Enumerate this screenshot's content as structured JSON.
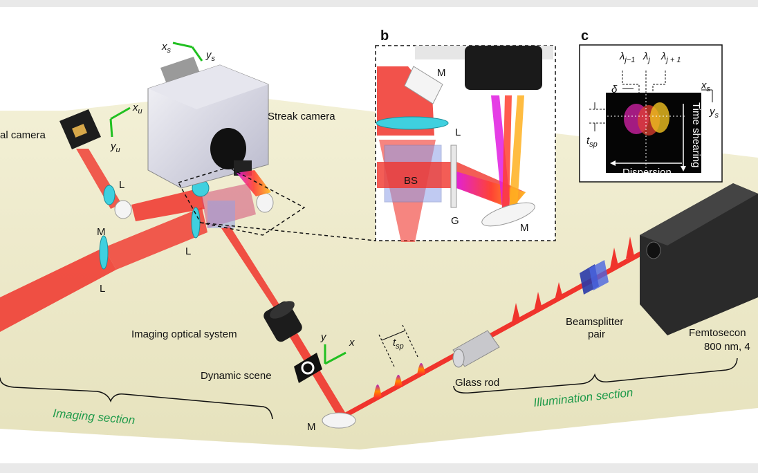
{
  "panels": {
    "b": "b",
    "c": "c"
  },
  "labels": {
    "streak_camera": "Streak camera",
    "ccd_camera": "al camera",
    "lens": "L",
    "mirror": "M",
    "imaging_optical_system": "Imaging optical system",
    "dynamic_scene": "Dynamic scene",
    "glass_rod": "Glass rod",
    "beamsplitter_line1": "Beamsplitter",
    "beamsplitter_line2": "pair",
    "laser_line1": "Femtosecon",
    "laser_line2": "800 nm, 4",
    "imaging_section": "Imaging section",
    "illumination_section": "Illumination section",
    "tsp": "t",
    "tsp_sub": "sp"
  },
  "axes": {
    "xs": "x",
    "xs_sub": "s",
    "ys": "y",
    "ys_sub": "s",
    "xu": "x",
    "xu_sub": "u",
    "yu": "y",
    "yu_sub": "u",
    "x": "x",
    "y": "y"
  },
  "panel_b": {
    "M_top": "M",
    "L": "L",
    "BS": "BS",
    "G": "G",
    "M_bottom": "M"
  },
  "panel_c": {
    "lambda_prev": "λ",
    "lambda_prev_sub": "j−1",
    "lambda_j": "λ",
    "lambda_j_sub": "j",
    "lambda_next": "λ",
    "lambda_next_sub": "j + 1",
    "delta": "δ",
    "xs": "x",
    "xs_sub": "s",
    "ys": "y",
    "ys_sub": "s",
    "tsp": "t",
    "tsp_sub": "sp",
    "time_shearing": "Time shearing",
    "dispersion": "Dispersion"
  },
  "colors": {
    "beam": "#f0342c",
    "table": "#eeeacb",
    "lens": "#3fd0df",
    "section_text": "#1f9a4a"
  }
}
